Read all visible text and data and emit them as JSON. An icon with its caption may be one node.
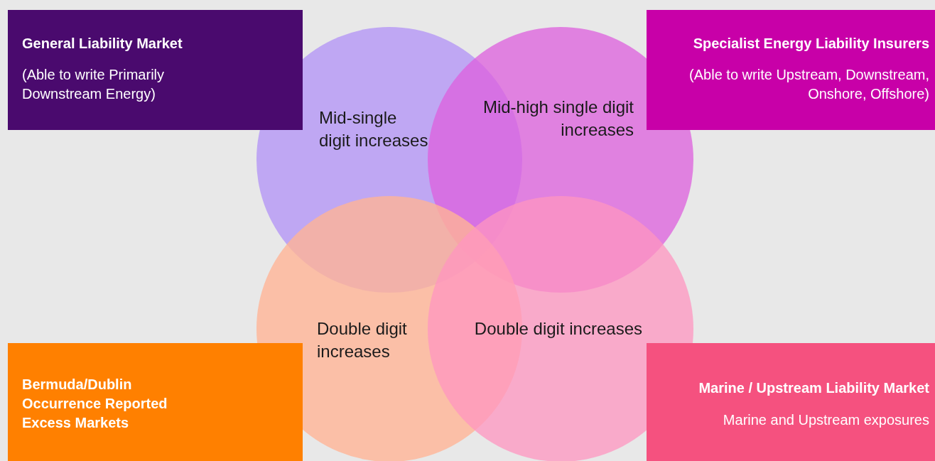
{
  "diagram": {
    "nodes": [
      {
        "text": [
          "General Liability Market",
          "(Able to write Primarily Downstream Energy)"
        ]
      },
      {
        "text": [
          "Specialist Energy Liability Insurers",
          "(Able to write Upstream, Downstream, Onshore, Offshore)"
        ]
      },
      {
        "text": [
          "Mid-single digit increases"
        ]
      },
      {
        "text": [
          "Mid-high single digit increases"
        ]
      },
      {
        "text": [
          "Double digit increases"
        ]
      },
      {
        "text": [
          "Double digit increases"
        ]
      },
      {
        "text": [
          "Bermuda/Dublin Occurrence Reported Excess Markets"
        ]
      },
      {
        "text": [
          "Marine / Upstream Liability Market",
          "Marine and Upstream exposures"
        ]
      }
    ]
  }
}
